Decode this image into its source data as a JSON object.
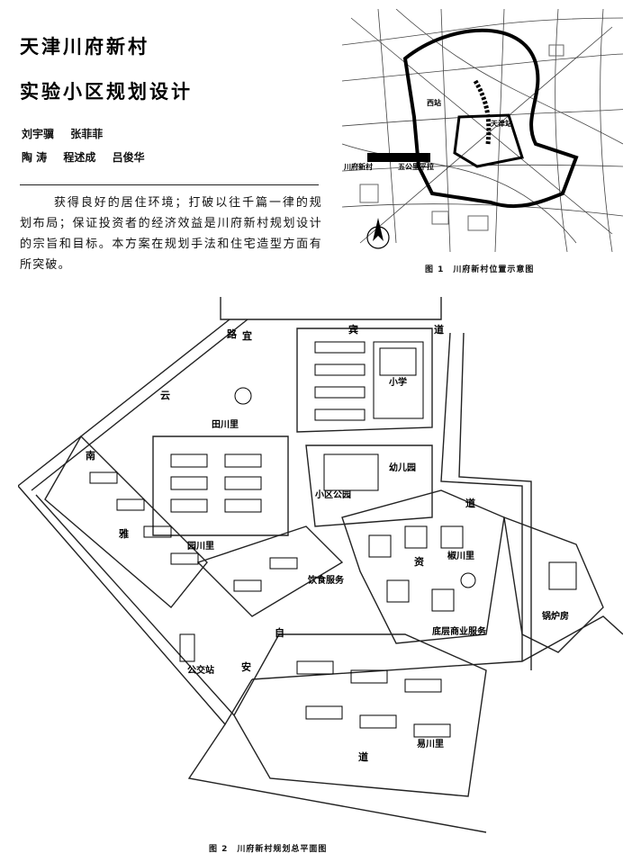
{
  "title_line1": "天津川府新村",
  "title_line2": "实验小区规划设计",
  "authors_line1": [
    "刘宇骥",
    "张菲菲"
  ],
  "authors_line2": [
    "陶 涛",
    "程述成",
    "吕俊华"
  ],
  "abstract": "获得良好的居住环境；打破以往千篇一律的规划布局；保证投资者的经济效益是川府新村规划设计的宗旨和目标。本方案在规划手法和住宅造型方面有所突破。",
  "figure1": {
    "caption": "图 1　川府新村位置示意图",
    "labels": {
      "west_station": "西站",
      "tianjin_station": "天津站",
      "chuanfu": "川府新村",
      "wudagong": "五公里平拉"
    }
  },
  "figure2": {
    "caption": "图 2　川府新村规划总平面图",
    "labels": {
      "road_yibin": [
        "宜",
        "宾",
        "道"
      ],
      "road_lu": "路",
      "road_yunnan": [
        "云",
        "南"
      ],
      "road_ya": "雅",
      "road_zi": "资",
      "road_ziyou": [
        "自",
        "安"
      ],
      "road_dao_right": "道",
      "road_dao_bottom": "道",
      "school": "小学",
      "tianchuan": "田川里",
      "kindergarten": "幼儿园",
      "park": "小区公园",
      "yuanchuan": "园川里",
      "dining": "饮食服务",
      "jiaochuan": "椒川里",
      "commerce": "底层商业服务",
      "boiler": "锅炉房",
      "bus": "公交站",
      "yichuan": "易川里"
    }
  }
}
